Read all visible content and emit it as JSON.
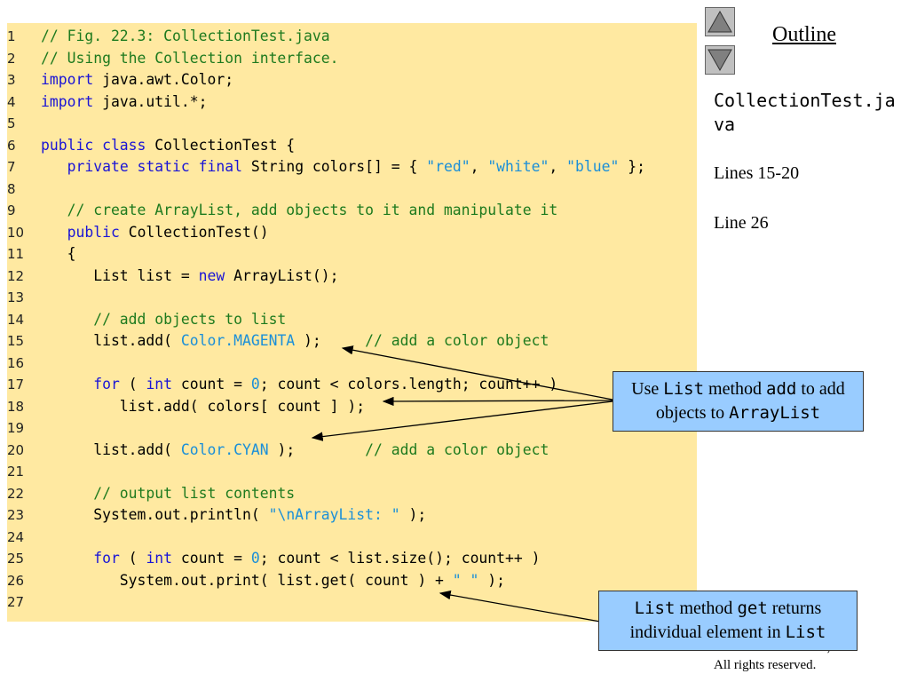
{
  "nav": {
    "up_label": "Previous slide",
    "down_label": "Next slide",
    "outline": "Outline"
  },
  "file": {
    "name": "CollectionTest.java"
  },
  "side_notes": [
    "Lines 15-20",
    "Line 26"
  ],
  "copyright": {
    "line1": "© 2003 Prentice Hall, Inc.",
    "line2": "All rights reserved."
  },
  "callouts": [
    {
      "parts": [
        {
          "t": "Use ",
          "c": ""
        },
        {
          "t": "List",
          "c": "mono"
        },
        {
          "t": " method ",
          "c": ""
        },
        {
          "t": "add",
          "c": "mono"
        },
        {
          "t": " to add objects to ",
          "c": ""
        },
        {
          "t": "ArrayList",
          "c": "mono"
        }
      ]
    },
    {
      "parts": [
        {
          "t": "List",
          "c": "mono"
        },
        {
          "t": " method ",
          "c": ""
        },
        {
          "t": "get",
          "c": "mono"
        },
        {
          "t": " returns individual element in ",
          "c": ""
        },
        {
          "t": "List",
          "c": "mono"
        }
      ]
    }
  ],
  "code": [
    {
      "n": "1",
      "parts": [
        {
          "t": "// Fig. 22.3: CollectionTest.java",
          "c": "cm"
        }
      ]
    },
    {
      "n": "2",
      "parts": [
        {
          "t": "// Using the Collection interface.",
          "c": "cm"
        }
      ]
    },
    {
      "n": "3",
      "parts": [
        {
          "t": "import",
          "c": "kw"
        },
        {
          "t": " java.awt.Color;",
          "c": ""
        }
      ]
    },
    {
      "n": "4",
      "parts": [
        {
          "t": "import",
          "c": "kw"
        },
        {
          "t": " java.util.*;",
          "c": ""
        }
      ]
    },
    {
      "n": "5",
      "parts": []
    },
    {
      "n": "6",
      "parts": [
        {
          "t": "public class",
          "c": "kw"
        },
        {
          "t": " CollectionTest {",
          "c": ""
        }
      ]
    },
    {
      "n": "7",
      "parts": [
        {
          "t": "   ",
          "c": ""
        },
        {
          "t": "private static final",
          "c": "kw"
        },
        {
          "t": " String colors[] = { ",
          "c": ""
        },
        {
          "t": "\"red\"",
          "c": "st"
        },
        {
          "t": ", ",
          "c": ""
        },
        {
          "t": "\"white\"",
          "c": "st"
        },
        {
          "t": ", ",
          "c": ""
        },
        {
          "t": "\"blue\"",
          "c": "st"
        },
        {
          "t": " };",
          "c": ""
        }
      ]
    },
    {
      "n": "8",
      "parts": []
    },
    {
      "n": "9",
      "parts": [
        {
          "t": "   // create ArrayList, add objects to it and manipulate it",
          "c": "cm"
        }
      ]
    },
    {
      "n": "10",
      "parts": [
        {
          "t": "   ",
          "c": ""
        },
        {
          "t": "public",
          "c": "kw"
        },
        {
          "t": " CollectionTest()",
          "c": ""
        }
      ]
    },
    {
      "n": "11",
      "parts": [
        {
          "t": "   {",
          "c": ""
        }
      ]
    },
    {
      "n": "12",
      "parts": [
        {
          "t": "      List list = ",
          "c": ""
        },
        {
          "t": "new",
          "c": "kw"
        },
        {
          "t": " ArrayList();",
          "c": ""
        }
      ]
    },
    {
      "n": "13",
      "parts": []
    },
    {
      "n": "14",
      "parts": [
        {
          "t": "      // add objects to list",
          "c": "cm"
        }
      ]
    },
    {
      "n": "15",
      "parts": [
        {
          "t": "      list.add( ",
          "c": ""
        },
        {
          "t": "Color.MAGENTA",
          "c": "st"
        },
        {
          "t": " );     ",
          "c": ""
        },
        {
          "t": "// add a color object",
          "c": "cm"
        }
      ]
    },
    {
      "n": "16",
      "parts": []
    },
    {
      "n": "17",
      "parts": [
        {
          "t": "      ",
          "c": ""
        },
        {
          "t": "for",
          "c": "kw"
        },
        {
          "t": " ( ",
          "c": ""
        },
        {
          "t": "int",
          "c": "kw"
        },
        {
          "t": " count = ",
          "c": ""
        },
        {
          "t": "0",
          "c": "st"
        },
        {
          "t": "; count < colors.length; count++ )",
          "c": ""
        }
      ]
    },
    {
      "n": "18",
      "parts": [
        {
          "t": "         list.add( colors[ count ] );",
          "c": ""
        }
      ]
    },
    {
      "n": "19",
      "parts": []
    },
    {
      "n": "20",
      "parts": [
        {
          "t": "      list.add( ",
          "c": ""
        },
        {
          "t": "Color.CYAN",
          "c": "st"
        },
        {
          "t": " );        ",
          "c": ""
        },
        {
          "t": "// add a color object",
          "c": "cm"
        }
      ]
    },
    {
      "n": "21",
      "parts": []
    },
    {
      "n": "22",
      "parts": [
        {
          "t": "      // output list contents",
          "c": "cm"
        }
      ]
    },
    {
      "n": "23",
      "parts": [
        {
          "t": "      System.out.println( ",
          "c": ""
        },
        {
          "t": "\"\\nArrayList: \"",
          "c": "st"
        },
        {
          "t": " );",
          "c": ""
        }
      ]
    },
    {
      "n": "24",
      "parts": []
    },
    {
      "n": "25",
      "parts": [
        {
          "t": "      ",
          "c": ""
        },
        {
          "t": "for",
          "c": "kw"
        },
        {
          "t": " ( ",
          "c": ""
        },
        {
          "t": "int",
          "c": "kw"
        },
        {
          "t": " count = ",
          "c": ""
        },
        {
          "t": "0",
          "c": "st"
        },
        {
          "t": "; count < list.size(); count++ )",
          "c": ""
        }
      ]
    },
    {
      "n": "26",
      "parts": [
        {
          "t": "         System.out.print( list.get( count ) + ",
          "c": ""
        },
        {
          "t": "\" \"",
          "c": "st"
        },
        {
          "t": " );",
          "c": ""
        }
      ]
    },
    {
      "n": "27",
      "parts": []
    }
  ]
}
